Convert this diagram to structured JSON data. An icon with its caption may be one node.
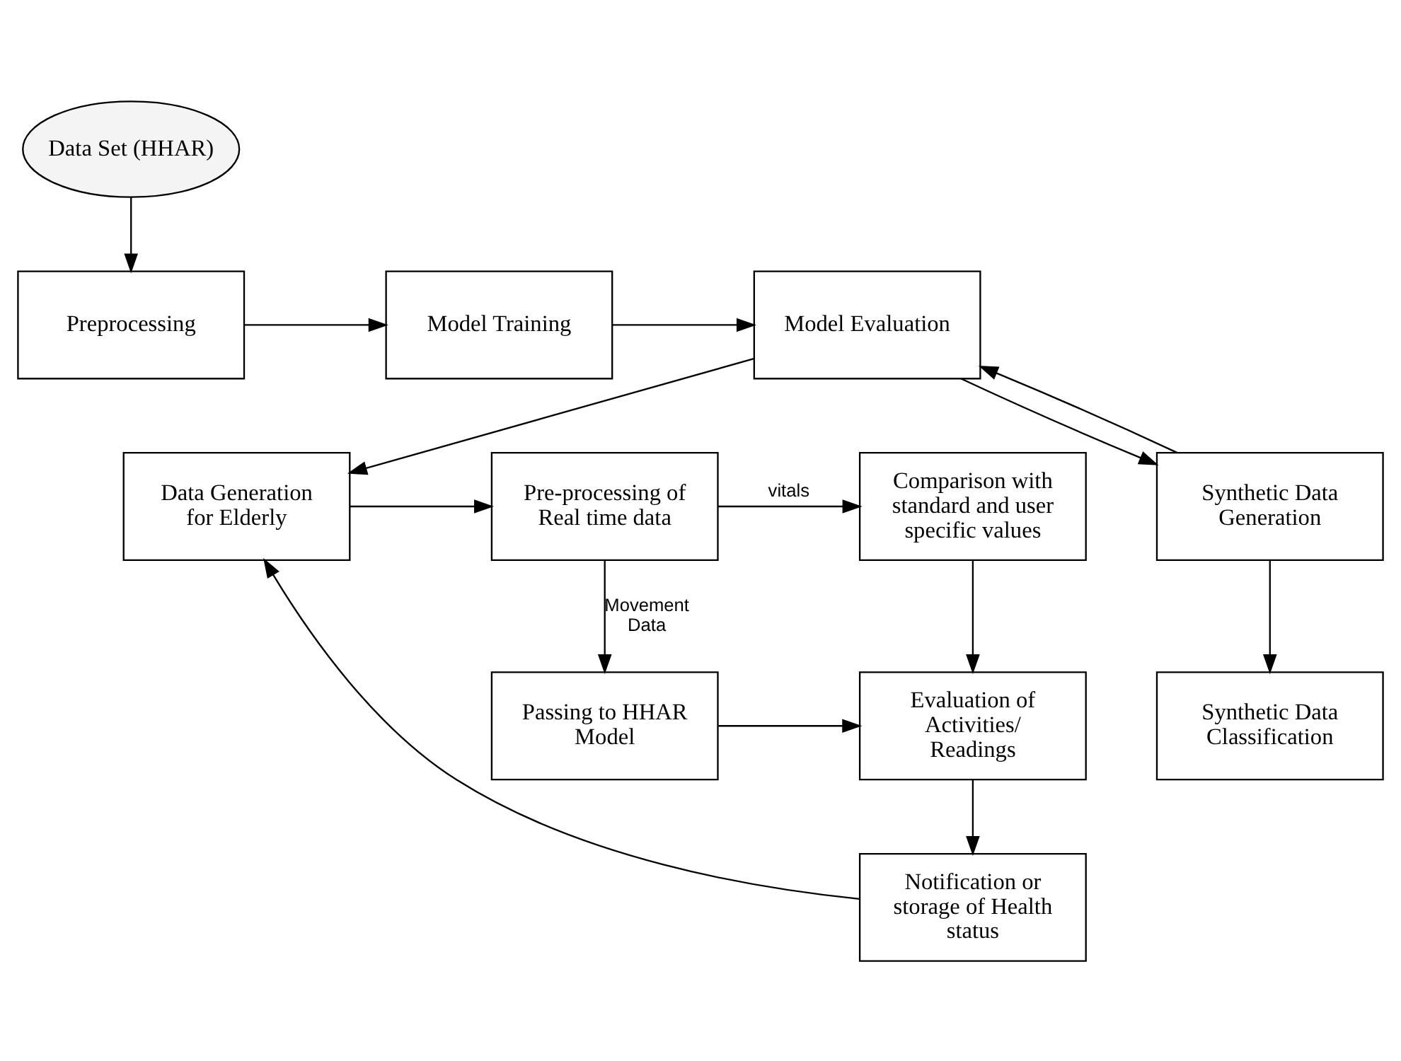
{
  "diagram": {
    "nodes": [
      {
        "text": [
          "Data Set (HHAR)"
        ]
      },
      {
        "text": [
          "Preprocessing"
        ]
      },
      {
        "text": [
          "Model Training"
        ]
      },
      {
        "text": [
          "Model Evaluation"
        ]
      },
      {
        "text": [
          "Comparison with standard and user specific values"
        ]
      },
      {
        "text": [
          "Pre-processing of Real time data"
        ]
      },
      {
        "text": [
          "Data Generation for Elderly"
        ]
      },
      {
        "text": [
          "Synthetic Data Generation"
        ]
      },
      {
        "text": [
          "Evaluation of Activities/ Readings"
        ]
      },
      {
        "text": [
          "Passing to HHAR Model"
        ]
      },
      {
        "text": [
          "Synthetic Data Classification"
        ]
      },
      {
        "text": [
          "Notification or storage of Health status"
        ]
      }
    ],
    "edges": [
      {
        "from": 0,
        "to": 1,
        "arrow": "to"
      },
      {
        "from": 1,
        "to": 2,
        "arrow": "to"
      },
      {
        "from": 2,
        "to": 3,
        "arrow": "to"
      },
      {
        "from": 3,
        "to": 6,
        "arrow": "to"
      },
      {
        "from": 3,
        "to": 7,
        "arrow": "to"
      },
      {
        "from": 7,
        "to": 3,
        "arrow": "to"
      },
      {
        "from": 6,
        "to": 5,
        "arrow": "to"
      },
      {
        "from": 5,
        "to": 4,
        "arrow": "to",
        "label": "vitals"
      },
      {
        "from": 5,
        "to": 9,
        "arrow": "to",
        "label": "Movement Data"
      },
      {
        "from": 4,
        "to": 8,
        "arrow": "to"
      },
      {
        "from": 9,
        "to": 8,
        "arrow": "to"
      },
      {
        "from": 8,
        "to": 11,
        "arrow": "to"
      },
      {
        "from": 11,
        "to": 6,
        "arrow": "to"
      },
      {
        "from": 7,
        "to": 10,
        "arrow": "to"
      }
    ]
  }
}
